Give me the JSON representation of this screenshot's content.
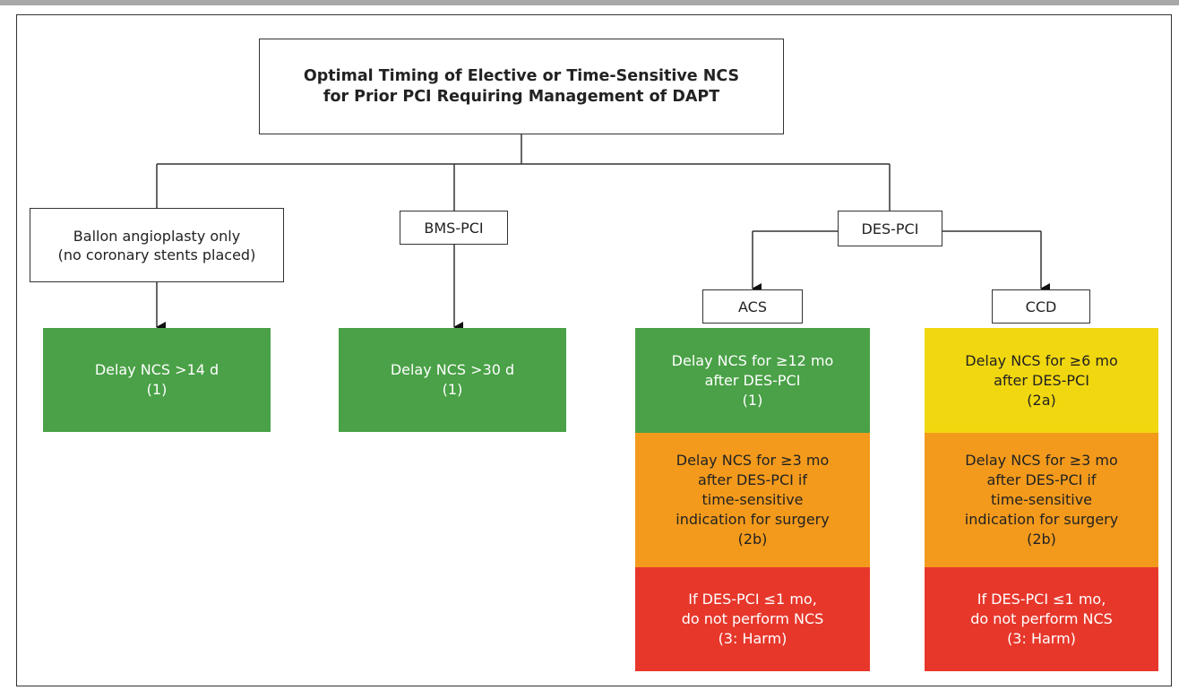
{
  "title": [
    "Optimal Timing of Elective or Time-Sensitive NCS",
    "for Prior PCI Requiring Management of DAPT"
  ],
  "categories": {
    "balloon": [
      "Ballon angioplasty only",
      "(no coronary stents placed)"
    ],
    "bms": "BMS-PCI",
    "des": "DES-PCI",
    "acs": "ACS",
    "ccd": "CCD"
  },
  "recommendations": {
    "balloon": [
      "Delay NCS >14 d",
      "(1)"
    ],
    "bms": [
      "Delay NCS >30 d",
      "(1)"
    ],
    "acs_green": [
      "Delay NCS for ≥12 mo",
      "after DES-PCI",
      "(1)"
    ],
    "acs_orange": [
      "Delay NCS for ≥3 mo",
      "after DES-PCI if",
      "time-sensitive",
      "indication for surgery",
      "(2b)"
    ],
    "acs_red": [
      "If DES-PCI ≤1 mo,",
      "do not perform NCS",
      "(3: Harm)"
    ],
    "ccd_yellow": [
      "Delay NCS for ≥6 mo",
      "after DES-PCI",
      "(2a)"
    ],
    "ccd_orange": [
      "Delay NCS for ≥3 mo",
      "after DES-PCI if",
      "time-sensitive",
      "indication for surgery",
      "(2b)"
    ],
    "ccd_red": [
      "If DES-PCI ≤1 mo,",
      "do not perform NCS",
      "(3: Harm)"
    ]
  },
  "colors": {
    "class_1": "#4aa147",
    "class_2a": "#f1d70f",
    "class_2b": "#f39a1c",
    "class_3_harm": "#e7372b"
  }
}
